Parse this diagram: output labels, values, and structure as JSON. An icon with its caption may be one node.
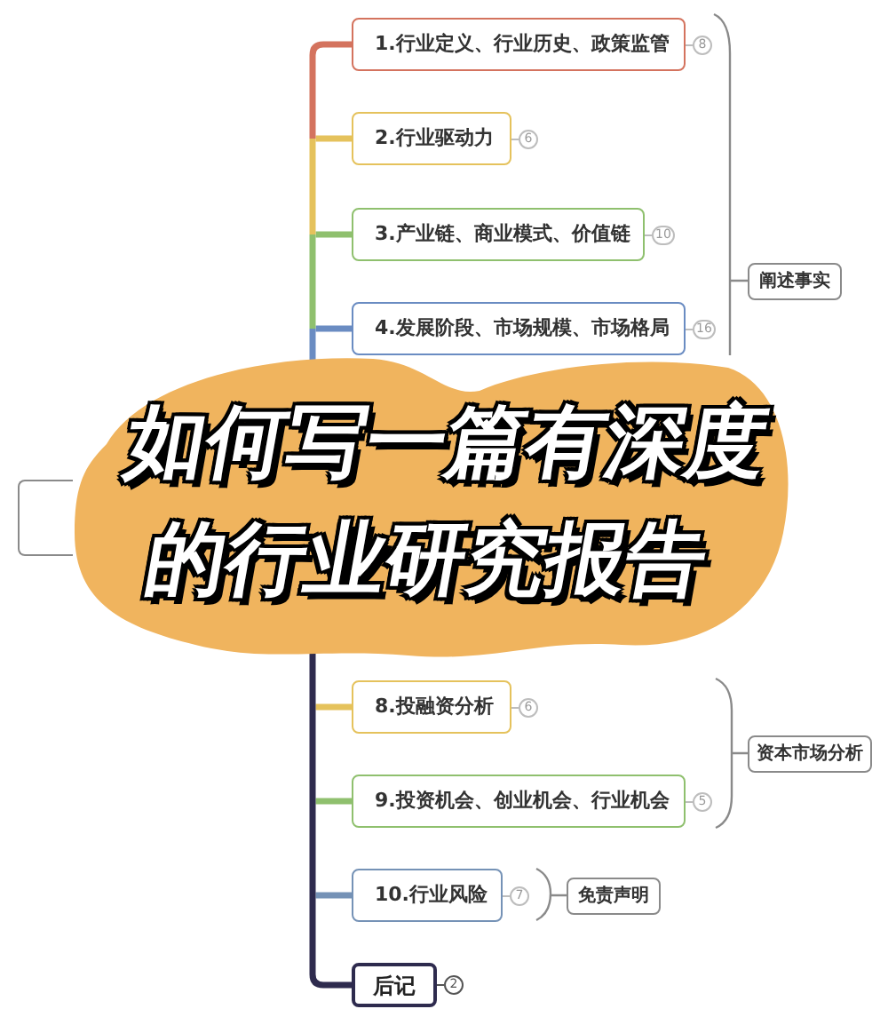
{
  "diagram": {
    "title": "如何写一篇有深度的行业研究报告",
    "nodes": [
      {
        "text": [],
        "shape": "box"
      },
      {
        "text": [
          "1.行业定义、行业历史、政策监管"
        ],
        "beside": [
          "8"
        ]
      },
      {
        "text": [
          "2.行业驱动力"
        ],
        "beside": [
          "6"
        ]
      },
      {
        "text": [
          "3.产业链、商业模式、价值链"
        ],
        "beside": [
          "10"
        ]
      },
      {
        "text": [
          "4.发展阶段、市场规模、市场格局"
        ],
        "beside": [
          "16"
        ]
      },
      {
        "text": [
          "阐述事实"
        ]
      },
      {
        "text": [
          "8.投融资分析"
        ],
        "beside": [
          "6"
        ]
      },
      {
        "text": [
          "9.投资机会、创业机会、行业机会"
        ],
        "beside": [
          "5"
        ]
      },
      {
        "text": [
          "资本市场分析"
        ]
      },
      {
        "text": [
          "10.行业风险"
        ],
        "beside": [
          "7"
        ]
      },
      {
        "text": [
          "免责声明"
        ]
      },
      {
        "text": [
          "后记"
        ],
        "beside": [
          "2"
        ]
      }
    ],
    "edges": [
      {
        "from": null,
        "to": 1,
        "arrow": "none",
        "color": "#d4735e"
      },
      {
        "from": null,
        "to": 2,
        "arrow": "none",
        "color": "#e5c25c"
      },
      {
        "from": null,
        "to": 3,
        "arrow": "none",
        "color": "#8fc06e"
      },
      {
        "from": null,
        "to": 4,
        "arrow": "none",
        "color": "#6a8cc2"
      },
      {
        "from": null,
        "to": 6,
        "arrow": "none",
        "color": "#e5c25c"
      },
      {
        "from": null,
        "to": 7,
        "arrow": "none",
        "color": "#8fc06e"
      },
      {
        "from": null,
        "to": 9,
        "arrow": "none",
        "color": "#7592b6"
      },
      {
        "from": null,
        "to": 11,
        "arrow": "none",
        "color": "#2e2b4e"
      }
    ]
  }
}
